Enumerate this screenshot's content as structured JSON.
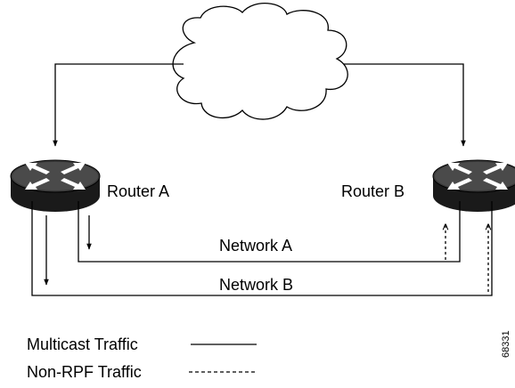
{
  "routers": {
    "a_label": "Router A",
    "b_label": "Router B"
  },
  "networks": {
    "a_label": "Network A",
    "b_label": "Network B"
  },
  "legend": {
    "multicast_label": "Multicast Traffic",
    "non_rpf_label": "Non-RPF Traffic"
  },
  "figure_id": "68331",
  "icons": {
    "cloud": "cloud-icon",
    "router": "router-icon"
  },
  "colors": {
    "line": "#000000",
    "background": "#ffffff",
    "router_body": "#1a1a1a"
  }
}
